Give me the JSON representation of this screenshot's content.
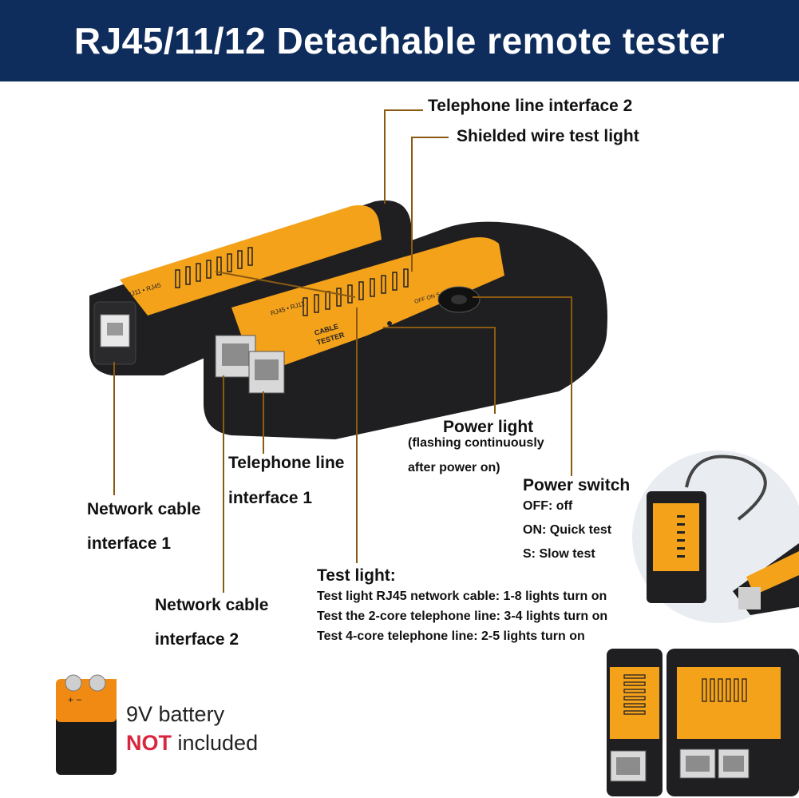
{
  "header": {
    "title": "RJ45/11/12 Detachable remote tester"
  },
  "labels": {
    "telephone_line_interface_2": "Telephone line interface 2",
    "shielded_wire_test_light": "Shielded wire test light",
    "power_light": "Power light",
    "power_light_note_1": "(flashing continuously",
    "power_light_note_2": "after power on)",
    "power_switch": "Power switch",
    "power_switch_modes": [
      "OFF: off",
      "ON: Quick test",
      "S: Slow test"
    ],
    "telephone_line_interface_1_a": "Telephone line",
    "telephone_line_interface_1_b": "interface 1",
    "network_cable_interface_1_a": "Network cable",
    "network_cable_interface_1_b": "interface 1",
    "network_cable_interface_2_a": "Network cable",
    "network_cable_interface_2_b": "interface 2",
    "test_light": "Test light:",
    "test_light_lines": [
      "Test light RJ45 network cable: 1-8 lights turn on",
      "Test the 2-core telephone line: 3-4 lights turn on",
      "Test 4-core telephone line: 2-5 lights turn on"
    ]
  },
  "device_print": {
    "main_model": "RJ45 • RJ11",
    "main_name_1": "CABLE",
    "main_name_2": "TESTER",
    "switch_marks": "OFF ON S",
    "remote_model": "RJ11 • RJ45"
  },
  "battery": {
    "voltage": "9V battery",
    "not": "NOT",
    "included": "included",
    "terminal_marks": "+ −"
  },
  "colors": {
    "banner": "#0f2d5c",
    "device_body": "#1f1f21",
    "device_panel": "#f5a21b",
    "leader_line": "#8a5a12",
    "not_text": "#d7263d"
  }
}
